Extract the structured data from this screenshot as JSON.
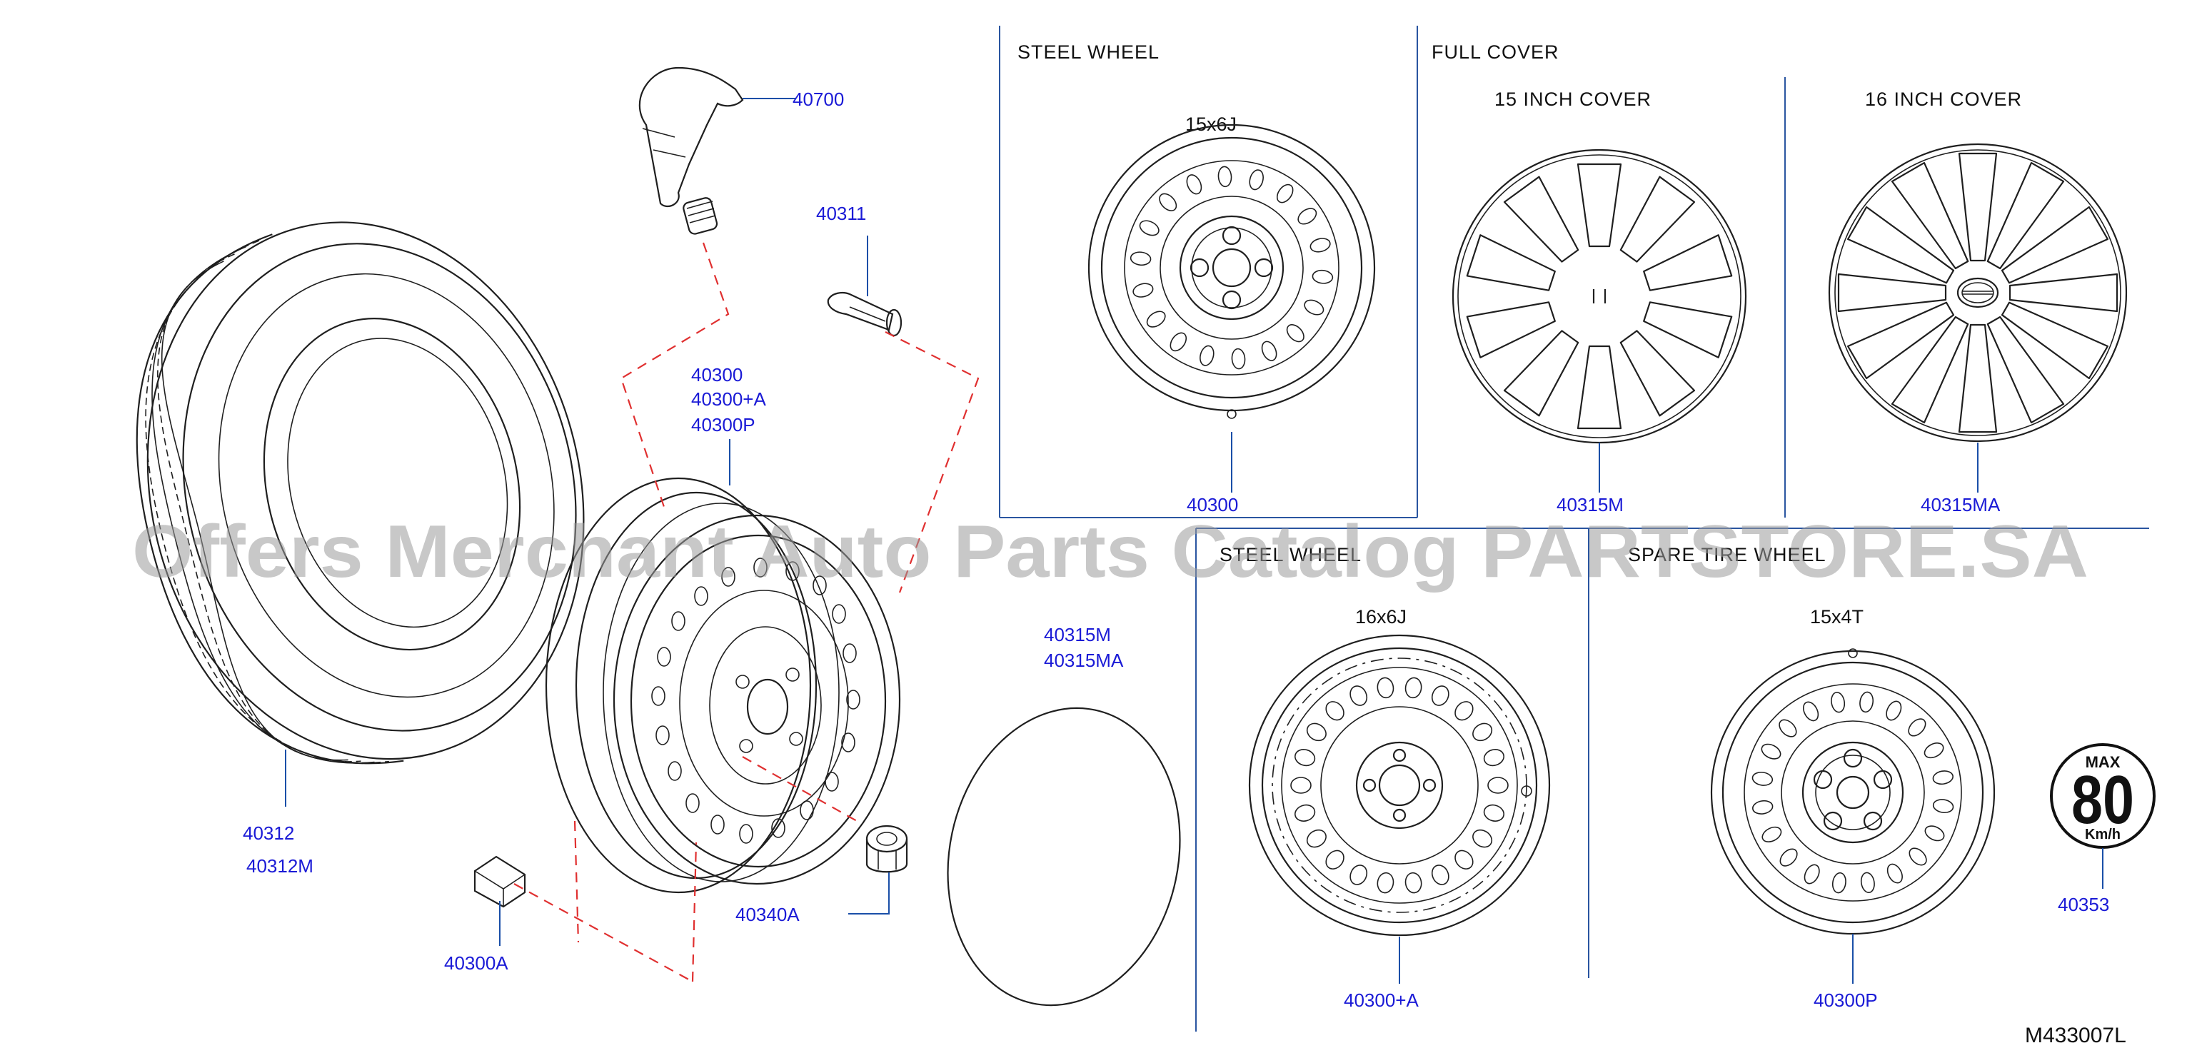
{
  "sections": {
    "steel_wheel_top": "STEEL   WHEEL",
    "full_cover": "FULL   COVER",
    "inch15_cover": "15   INCH   COVER",
    "inch16_cover": "16   INCH   COVER",
    "steel_wheel_bottom": "STEEL   WHEEL",
    "spare_tire_wheel": "SPARE   TIRE   WHEEL"
  },
  "sizes": {
    "s15x6j": "15x6J",
    "s16x6j": "16x6J",
    "s15x4t": "15x4T"
  },
  "parts": {
    "p40700": "40700",
    "p40311": "40311",
    "p40300": "40300",
    "p40300a_plus": "40300+A",
    "p40300p": "40300P",
    "p40312": "40312",
    "p40312m": "40312M",
    "p40300a": "40300A",
    "p40340a": "40340A",
    "p40315m": "40315M",
    "p40315ma": "40315MA",
    "p40300_steel": "40300",
    "p40315m_cover": "40315M",
    "p40315ma_cover": "40315MA",
    "p40300a_plus_b": "40300+A",
    "p40300p_b": "40300P",
    "p40353": "40353"
  },
  "speed_label": {
    "top": "MAX",
    "value": "80",
    "unit": "Km/h"
  },
  "diagram_code": "M433007L",
  "watermark": "Offers Merchant Auto Parts Catalog PARTSTORE.SA",
  "colors": {
    "label": "#1a1ad6",
    "frame": "#2a55a0",
    "dashed_guide": "#e03030",
    "line": "#1f1f1f",
    "watermark": "#9a9a9a"
  }
}
